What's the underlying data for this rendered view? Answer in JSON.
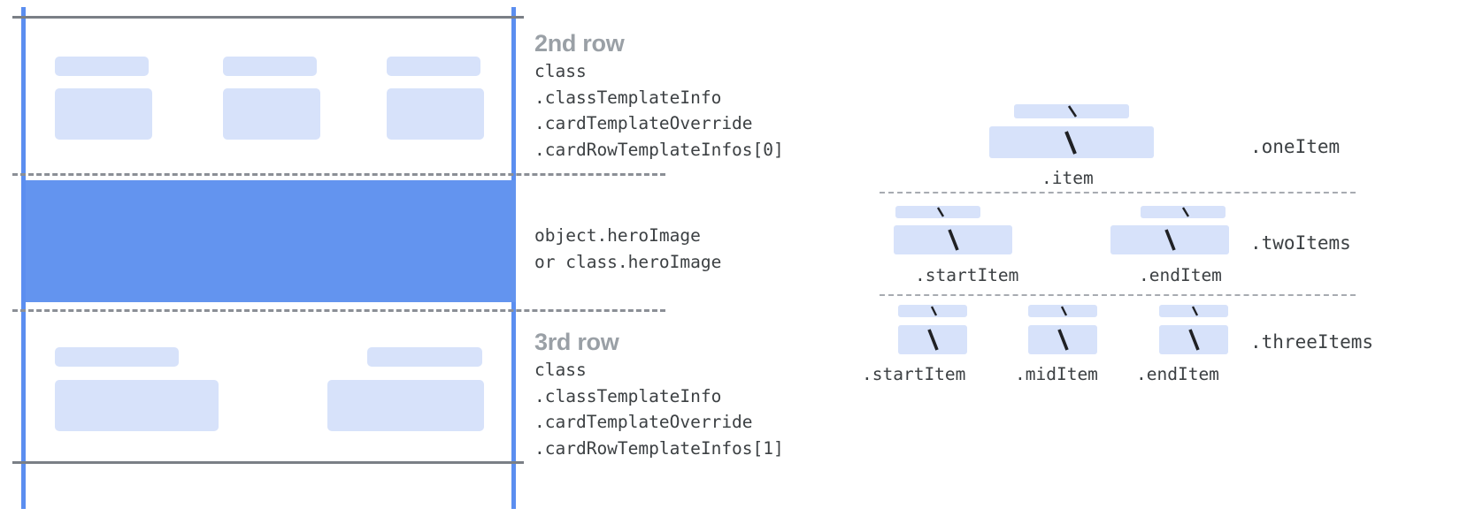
{
  "left_diagram": {
    "name": "card-template-rows",
    "rows": [
      {
        "id": "second-row",
        "title": "2nd row",
        "code_lines": [
          "class",
          ".classTemplateInfo",
          ".cardTemplateOverride",
          ".cardRowTemplateInfos[0]"
        ],
        "columns": 3
      },
      {
        "id": "hero-row",
        "title": "",
        "code_lines": [
          "object.heroImage",
          "or class.heroImage"
        ],
        "columns": 0
      },
      {
        "id": "third-row",
        "title": "3rd row",
        "code_lines": [
          "class",
          ".classTemplateInfo",
          ".cardTemplateOverride",
          ".cardRowTemplateInfos[1]"
        ],
        "columns": 2
      }
    ]
  },
  "right_diagram": {
    "name": "item-layout-variants",
    "groups": [
      {
        "id": "one-item",
        "right_label": ".oneItem",
        "items": [
          {
            "label": ".item",
            "glyph": "slash"
          }
        ]
      },
      {
        "id": "two-items",
        "right_label": ".twoItems",
        "items": [
          {
            "label": ".startItem",
            "glyph": "slash"
          },
          {
            "label": ".endItem",
            "glyph": "slash"
          }
        ]
      },
      {
        "id": "three-items",
        "right_label": ".threeItems",
        "items": [
          {
            "label": ".startItem",
            "glyph": "slash"
          },
          {
            "label": ".midItem",
            "glyph": "slash"
          },
          {
            "label": ".endItem",
            "glyph": "slash"
          }
        ]
      }
    ]
  },
  "colors": {
    "hero_fill": "#6394ef",
    "chip_fill": "#d7e2fa",
    "rule_blue": "#5b8ef0",
    "rule_gray": "#7a7f86",
    "dash_gray": "#8b8f96",
    "title_gray": "#9aa0a6",
    "code_text": "#3c4043",
    "background": "#ffffff"
  }
}
